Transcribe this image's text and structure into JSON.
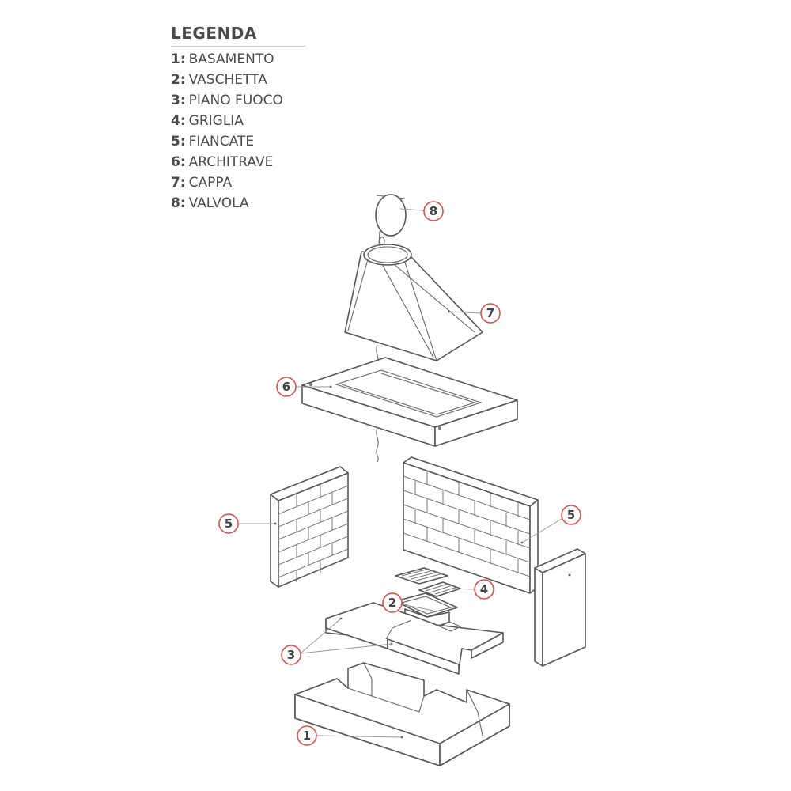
{
  "legend": {
    "title": "LEGENDA",
    "items": [
      {
        "num": "1:",
        "label": "BASAMENTO"
      },
      {
        "num": "2:",
        "label": "VASCHETTA"
      },
      {
        "num": "3:",
        "label": "PIANO FUOCO"
      },
      {
        "num": "4:",
        "label": "GRIGLIA"
      },
      {
        "num": "5:",
        "label": "FIANCATE"
      },
      {
        "num": "6:",
        "label": "ARCHITRAVE"
      },
      {
        "num": "7:",
        "label": "CAPPA"
      },
      {
        "num": "8:",
        "label": "VALVOLA"
      }
    ]
  },
  "callouts": {
    "c1": "1",
    "c2": "2",
    "c3": "3",
    "c4": "4",
    "c5a": "5",
    "c5b": "5",
    "c6": "6",
    "c7": "7",
    "c8": "8"
  },
  "colors": {
    "callout_ring": "#d9534a",
    "line": "#555555"
  }
}
